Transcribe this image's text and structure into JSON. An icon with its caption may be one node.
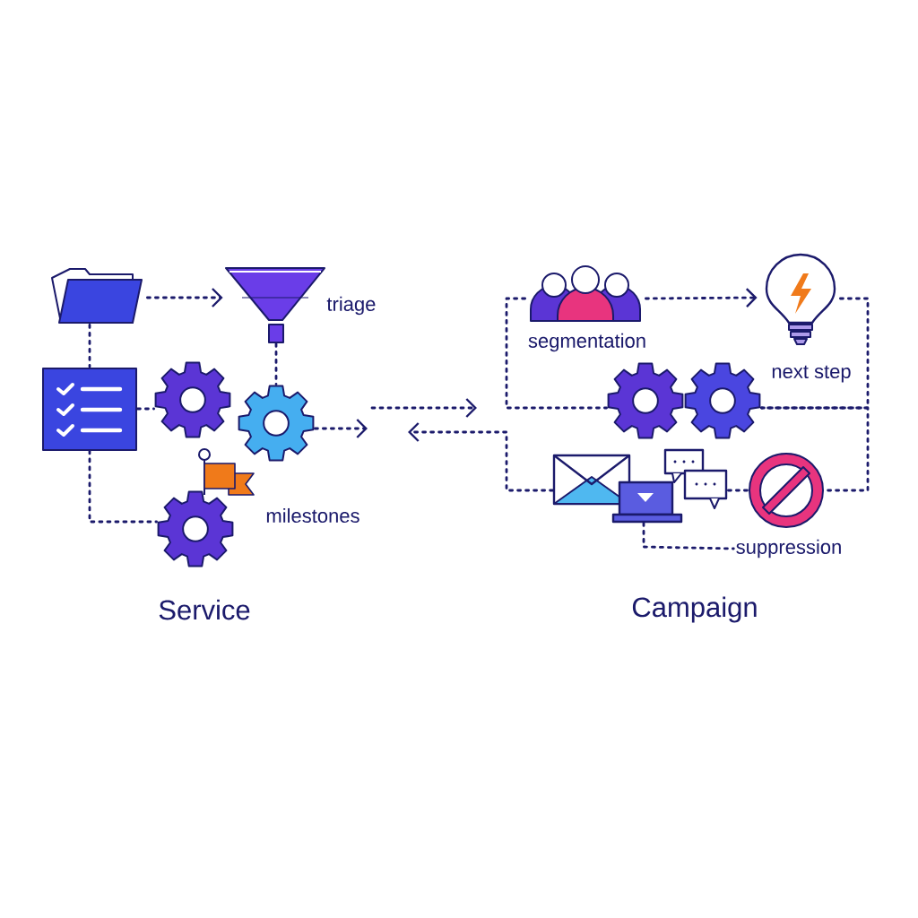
{
  "diagram": {
    "nodes": [
      {
        "text": [],
        "shape": "folder"
      },
      {
        "text": [
          "triage"
        ]
      },
      {
        "text": [],
        "shape": "checklist"
      },
      {
        "text": [],
        "shape": "gear"
      },
      {
        "text": [],
        "shape": "gear"
      },
      {
        "text": [
          "milestones"
        ]
      },
      {
        "text": [
          "segmentation"
        ]
      },
      {
        "text": [
          "next step"
        ]
      },
      {
        "text": [],
        "shape": "gear"
      },
      {
        "text": [],
        "shape": "gear"
      },
      {
        "text": [],
        "shape": "envelope"
      },
      {
        "text": [],
        "shape": "laptop"
      },
      {
        "text": [],
        "shape": "chat"
      },
      {
        "text": [
          "suppression"
        ]
      }
    ],
    "edges": [
      {
        "from": 0,
        "to": 1,
        "arrow": "to"
      },
      {
        "from": 0,
        "to": 2,
        "arrow": "none"
      },
      {
        "from": 1,
        "to": 4,
        "arrow": "none"
      },
      {
        "from": 2,
        "to": 3,
        "arrow": "none"
      },
      {
        "from": 2,
        "to": 5,
        "arrow": "none"
      },
      {
        "from": 4,
        "to": null,
        "arrow": "to"
      },
      {
        "from": 10,
        "to": null,
        "arrow": "to"
      },
      {
        "from": 6,
        "to": 7,
        "arrow": "to"
      },
      {
        "from": 6,
        "to": 8,
        "arrow": "none"
      },
      {
        "from": 7,
        "to": 9,
        "arrow": "none"
      },
      {
        "from": 9,
        "to": 13,
        "arrow": "none"
      },
      {
        "from": 12,
        "to": 13,
        "arrow": "none"
      },
      {
        "from": 11,
        "to": 13,
        "arrow": "none"
      }
    ],
    "labels": [
      "Service",
      "Campaign"
    ]
  }
}
